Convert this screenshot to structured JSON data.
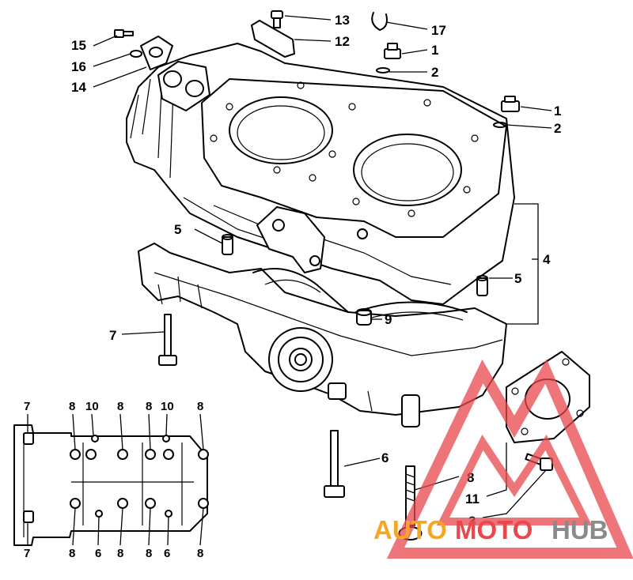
{
  "callouts_main": [
    {
      "id": "c1a",
      "label": "1"
    },
    {
      "id": "c1b",
      "label": "1"
    },
    {
      "id": "c2a",
      "label": "2"
    },
    {
      "id": "c2b",
      "label": "2"
    },
    {
      "id": "c3",
      "label": "3"
    },
    {
      "id": "c4",
      "label": "4"
    },
    {
      "id": "c5a",
      "label": "5"
    },
    {
      "id": "c5b",
      "label": "5"
    },
    {
      "id": "c6",
      "label": "6"
    },
    {
      "id": "c7",
      "label": "7"
    },
    {
      "id": "c8",
      "label": "8"
    },
    {
      "id": "c9",
      "label": "9"
    },
    {
      "id": "c11",
      "label": "11"
    },
    {
      "id": "c12",
      "label": "12"
    },
    {
      "id": "c13",
      "label": "13"
    },
    {
      "id": "c14",
      "label": "14"
    },
    {
      "id": "c15",
      "label": "15"
    },
    {
      "id": "c16",
      "label": "16"
    },
    {
      "id": "c17",
      "label": "17"
    }
  ],
  "inset_top_labels": [
    "7",
    "8",
    "10",
    "8",
    "8",
    "10",
    "8"
  ],
  "inset_bottom_labels": [
    "7",
    "8",
    "6",
    "8",
    "8",
    "6",
    "8"
  ],
  "watermark": {
    "part1": "AUTO",
    "part2": "MOTO",
    "part3": "HUB",
    "color_orange": "#f5a623",
    "color_red": "#e8474c",
    "color_gray": "#8a8a8a"
  }
}
